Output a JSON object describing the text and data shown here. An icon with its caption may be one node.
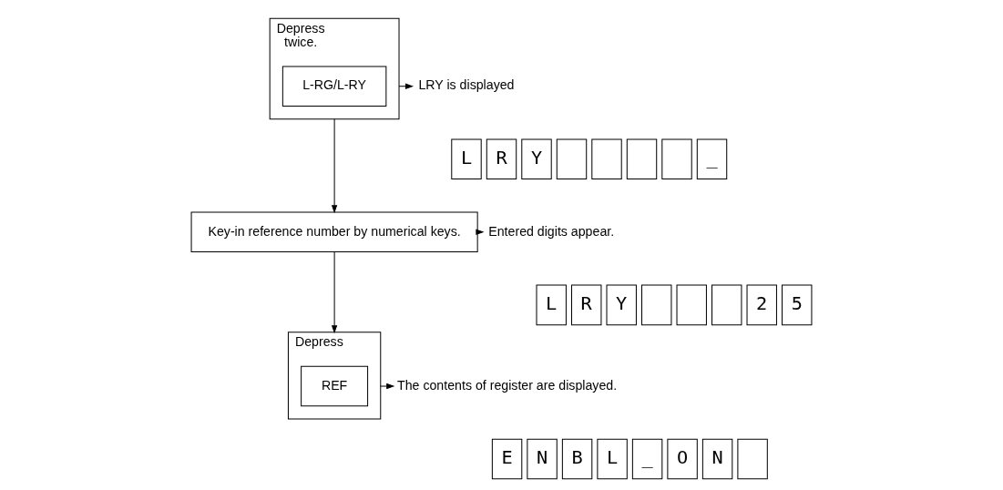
{
  "diagram": {
    "nodes": [
      {
        "text": [
          "Depress",
          "twice."
        ]
      },
      {
        "text": [
          "L-RG/L-RY"
        ],
        "in": 0
      },
      {
        "text": [
          "LRY is displayed"
        ]
      },
      {
        "text": [
          "Key-in reference number by numerical keys."
        ]
      },
      {
        "text": [
          "Entered digits appear."
        ]
      },
      {
        "text": [
          "Depress"
        ]
      },
      {
        "text": [
          "REF"
        ],
        "in": 5
      },
      {
        "text": [
          "The contents of register are displayed."
        ]
      },
      {
        "text": [
          "L"
        ]
      },
      {
        "text": [
          "R"
        ]
      },
      {
        "text": [
          "Y"
        ]
      },
      {
        "text": [],
        "shape": "box"
      },
      {
        "text": [],
        "shape": "box"
      },
      {
        "text": [],
        "shape": "box"
      },
      {
        "text": [],
        "shape": "box"
      },
      {
        "text": [
          "_"
        ]
      },
      {
        "text": [
          "L"
        ]
      },
      {
        "text": [
          "R"
        ]
      },
      {
        "text": [
          "Y"
        ]
      },
      {
        "text": [],
        "shape": "box"
      },
      {
        "text": [],
        "shape": "box"
      },
      {
        "text": [],
        "shape": "box"
      },
      {
        "text": [
          "2"
        ]
      },
      {
        "text": [
          "5"
        ]
      },
      {
        "text": [
          "E"
        ]
      },
      {
        "text": [
          "N"
        ]
      },
      {
        "text": [
          "B"
        ]
      },
      {
        "text": [
          "L"
        ]
      },
      {
        "text": [
          "_"
        ]
      },
      {
        "text": [
          "O"
        ]
      },
      {
        "text": [
          "N"
        ]
      },
      {
        "text": [],
        "shape": "box"
      }
    ],
    "edges": [
      {
        "from": 0,
        "to": 2,
        "arrow": "to"
      },
      {
        "from": 0,
        "to": 3,
        "arrow": "to"
      },
      {
        "from": 3,
        "to": 4,
        "arrow": "to"
      },
      {
        "from": 3,
        "to": 5,
        "arrow": "to"
      },
      {
        "from": 5,
        "to": 7,
        "arrow": "to"
      }
    ]
  }
}
